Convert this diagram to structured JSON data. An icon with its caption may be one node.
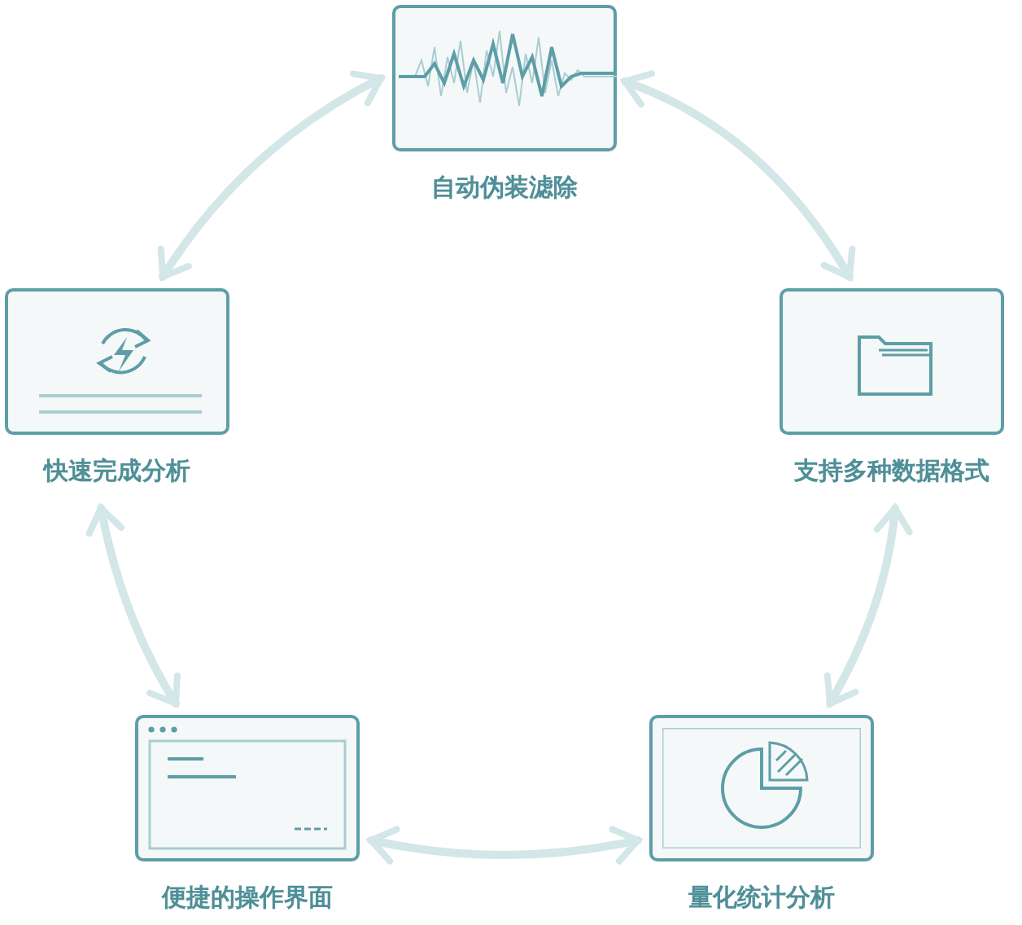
{
  "diagram": {
    "nodes": [
      {
        "text": [
          "自动伪装滤除"
        ]
      },
      {
        "text": [
          "支持多种数据格式"
        ]
      },
      {
        "text": [
          "量化统计分析"
        ]
      },
      {
        "text": [
          "便捷的操作界面"
        ]
      },
      {
        "text": [
          "快速完成分析"
        ]
      }
    ],
    "edges": [
      {
        "from": 0,
        "to": 1,
        "arrow": "both"
      },
      {
        "from": 1,
        "to": 2,
        "arrow": "both"
      },
      {
        "from": 2,
        "to": 3,
        "arrow": "both"
      },
      {
        "from": 3,
        "to": 4,
        "arrow": "both"
      },
      {
        "from": 4,
        "to": 0,
        "arrow": "both"
      }
    ]
  }
}
